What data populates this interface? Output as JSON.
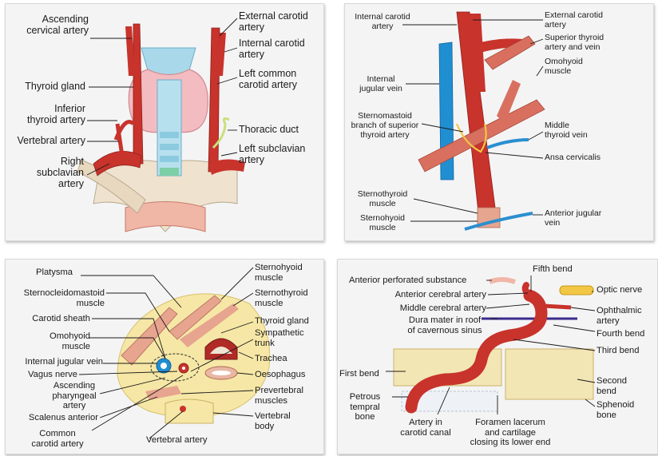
{
  "panels": [
    {
      "labels": {
        "ascending_cervical_artery": "Ascending\ncervical artery",
        "thyroid_gland": "Thyroid gland",
        "inferior_thyroid_artery": "Inferior\nthyroid artery",
        "vertebral_artery": "Vertebral artery",
        "right_subclavian_artery": "Right\nsubclavian\nartery",
        "external_carotid_artery": "External carotid\nartery",
        "internal_carotid_artery": "Internal carotid\nartery",
        "left_common_carotid_artery": "Left common\ncarotid artery",
        "thoracic_duct": "Thoracic duct",
        "left_subclavian_artery": "Left subclavian\nartery"
      }
    },
    {
      "labels": {
        "internal_carotid_artery": "Internal carotid\nartery",
        "internal_jugular_vein": "Internal\njugular vein",
        "sternomastoid_branch": "Sternomastoid\nbranch of superior\nthyroid artery",
        "sternothyroid_muscle": "Sternothyroid\nmuscle",
        "sternohyoid_muscle": "Sternohyoid\nmuscle",
        "external_carotid_artery": "External carotid\nartery",
        "superior_thyroid_artery_vein": "Superior thyroid\nartery and vein",
        "omohyoid_muscle": "Omohyoid\nmuscle",
        "middle_thyroid_vein": "Middle\nthyroid vein",
        "ansa_cervicalis": "Ansa cervicalis",
        "anterior_jugular_vein": "Anterior jugular\nvein"
      }
    },
    {
      "labels": {
        "platysma": "Platysma",
        "sternocleidomastoid_muscle": "Sternocleidomastoid\nmuscle",
        "carotid_sheath": "Carotid sheath",
        "omohyoid_muscle": "Omohyoid\nmuscle",
        "internal_jugular_vein": "Internal jugular vein",
        "vagus_nerve": "Vagus nerve",
        "ascending_pharyngeal_artery": "Ascending\npharyngeal\nartery",
        "scalenus_anterior": "Scalenus anterior",
        "common_carotid_artery": "Common\ncarotid artery",
        "vertebral_artery": "Vertebral artery",
        "sternohyoid_muscle": "Sternohyoid\nmuscle",
        "sternothyroid_muscle": "Sternothyroid\nmuscle",
        "thyroid_gland": "Thyroid gland",
        "sympathetic_trunk": "Sympathetic\ntrunk",
        "trachea": "Trachea",
        "oesophagus": "Oesophagus",
        "prevertebral_muscles": "Prevertebral\nmuscles",
        "vertebral_body": "Vertebral\nbody"
      }
    },
    {
      "labels": {
        "anterior_perforated_substance": "Anterior perforated substance",
        "anterior_cerebral_artery": "Anterior cerebral artery",
        "middle_cerebral_artery": "Middle cerebral artery",
        "dura_mater": "Dura mater in roof\nof cavernous sinus",
        "first_bend": "First bend",
        "petrous_temporal_bone": "Petrous\ntempral\nbone",
        "artery_in_carotid_canal": "Artery in\ncarotid canal",
        "foramen_lacerum": "Foramen lacerum\nand cartilage\nclosing its lower end",
        "fifth_bend": "Fifth bend",
        "optic_nerve": "Optic nerve",
        "ophthalmic_artery": "Ophthalmic\nartery",
        "fourth_bend": "Fourth bend",
        "third_bend": "Third bend",
        "second_bend": "Second\nbend",
        "sphenoid_bone": "Sphenoid\nbone"
      }
    }
  ],
  "colors": {
    "artery": "#c8332c",
    "vein": "#2a8fd0",
    "muscle": "#e09a88",
    "thyroid": "#f2bcc0",
    "cartilage": "#a8d8ea",
    "nerve": "#f2c744",
    "bone": "#f3e6b5"
  }
}
